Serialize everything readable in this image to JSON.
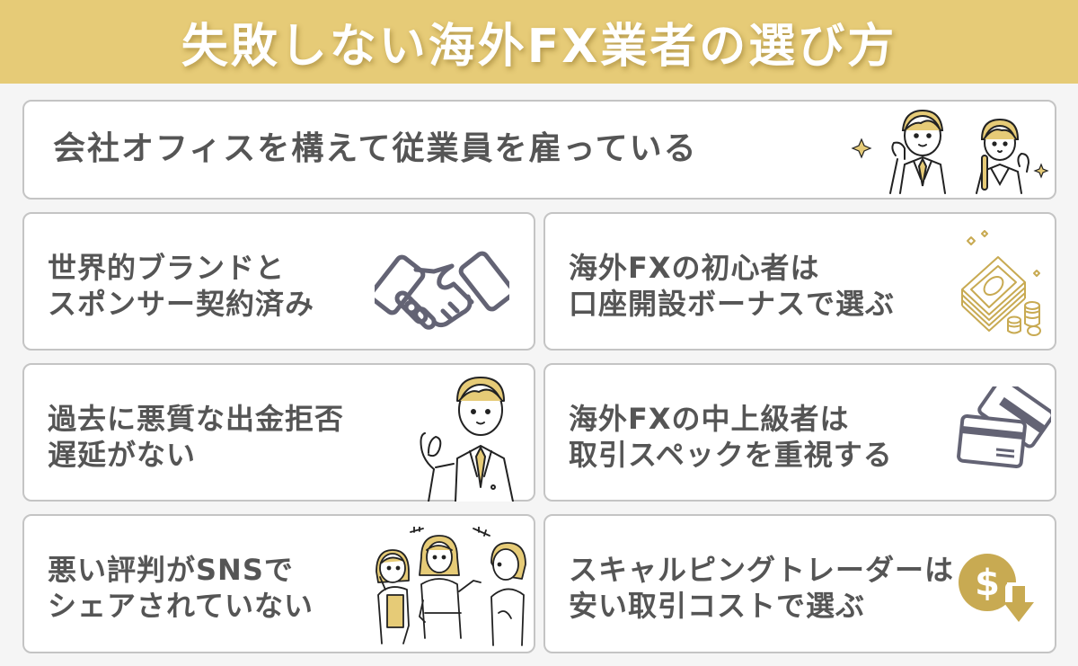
{
  "header": {
    "title": "失敗しない海外FX業者の選び方",
    "background_color": "#e6cb77"
  },
  "top_card": {
    "label": "会社オフィスを構えて従業員を雇っている",
    "icon": "office-workers-illustration"
  },
  "cards": [
    {
      "line1": "世界的ブランドと",
      "line2": "スポンサー契約済み",
      "icon": "handshake-icon"
    },
    {
      "line1": "海外FXの初心者は",
      "line2": "口座開設ボーナスで選ぶ",
      "icon": "money-stack-icon"
    },
    {
      "line1": "過去に悪質な出金拒否",
      "line2": "遅延がない",
      "icon": "businessman-ok-illustration"
    },
    {
      "line1": "海外FXの中上級者は",
      "line2": "取引スペックを重視する",
      "icon": "credit-cards-icon"
    },
    {
      "line1": "悪い評判がSNSで",
      "line2": "シェアされていない",
      "icon": "people-talking-illustration"
    },
    {
      "line1": "スキャルピングトレーダーは",
      "line2": "安い取引コストで選ぶ",
      "icon": "dollar-down-icon"
    }
  ],
  "colors": {
    "accent_gold": "#e6cb77",
    "icon_gold": "#c8aa52",
    "icon_gray": "#636374",
    "text": "#555555",
    "card_border": "#c4c4c4",
    "page_bg": "#f5f5f5"
  },
  "icons": {
    "dollar_symbol": "$"
  }
}
